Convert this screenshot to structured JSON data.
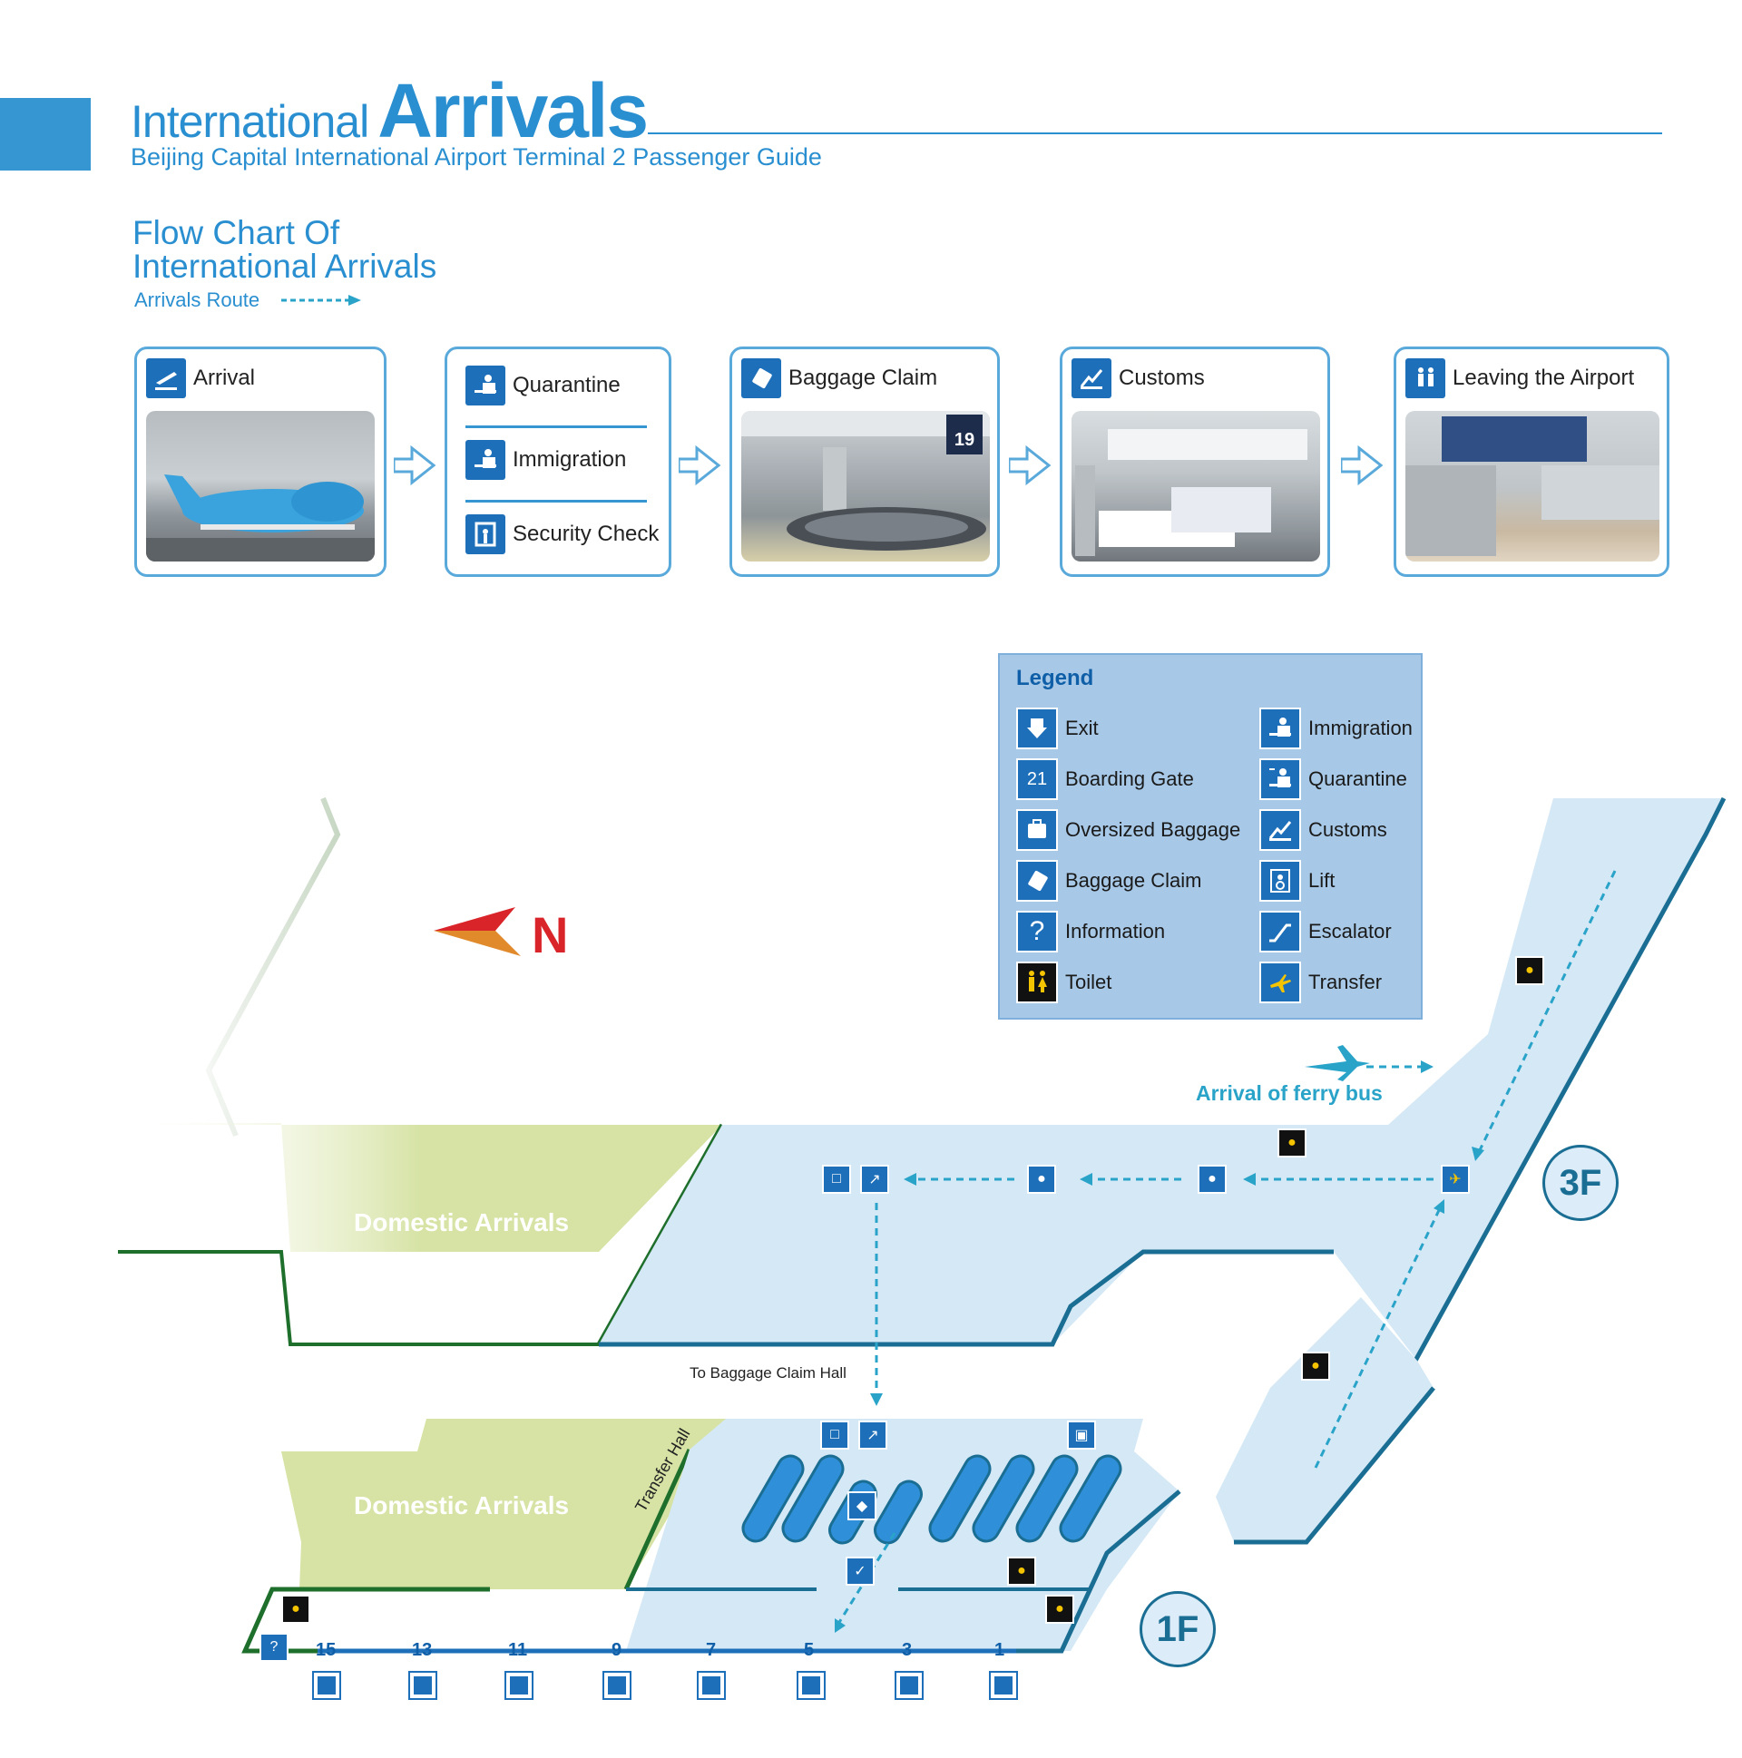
{
  "header": {
    "title_prefix": "International",
    "title_main": "Arrivals",
    "subtitle": "Beijing Capital International Airport Terminal 2 Passenger Guide"
  },
  "flow": {
    "title_line1": "Flow Chart Of",
    "title_line2": "International  Arrivals",
    "route_label": "Arrivals Route",
    "steps": [
      {
        "label": "Arrival",
        "icon": "arrival-plane-icon"
      },
      {
        "labels": [
          "Quarantine",
          "Immigration",
          "Security Check"
        ],
        "icons": [
          "quarantine-icon",
          "immigration-icon",
          "security-check-icon"
        ]
      },
      {
        "label": "Baggage Claim",
        "icon": "baggage-claim-icon",
        "photo_sign": "19"
      },
      {
        "label": "Customs",
        "icon": "customs-icon"
      },
      {
        "label": "Leaving the Airport",
        "icon": "leaving-icon"
      }
    ]
  },
  "legend": {
    "title": "Legend",
    "items_left": [
      {
        "label": "Exit",
        "icon": "exit-icon"
      },
      {
        "label": "Boarding Gate",
        "icon": "boarding-gate-icon",
        "glyph": "21"
      },
      {
        "label": "Oversized Baggage",
        "icon": "oversized-baggage-icon"
      },
      {
        "label": "Baggage Claim",
        "icon": "baggage-claim-icon"
      },
      {
        "label": "Information",
        "icon": "information-icon",
        "glyph": "?"
      },
      {
        "label": "Toilet",
        "icon": "toilet-icon"
      }
    ],
    "items_right": [
      {
        "label": "Immigration",
        "icon": "immigration-icon"
      },
      {
        "label": "Quarantine",
        "icon": "quarantine-icon"
      },
      {
        "label": "Customs",
        "icon": "customs-icon"
      },
      {
        "label": "Lift",
        "icon": "lift-icon"
      },
      {
        "label": "Escalator",
        "icon": "escalator-icon"
      },
      {
        "label": "Transfer",
        "icon": "transfer-icon"
      }
    ]
  },
  "map": {
    "north": "N",
    "ferry_label": "Arrival of ferry bus",
    "domestic_3f": "Domestic Arrivals",
    "domestic_1f": "Domestic Arrivals",
    "to_baggage": "To Baggage Claim Hall",
    "transfer_hall": "Transfer Hall",
    "floor_3f": "3F",
    "floor_1f": "1F",
    "gates": [
      "15",
      "13",
      "11",
      "9",
      "7",
      "5",
      "3",
      "1"
    ],
    "info_glyph": "?",
    "colors": {
      "accent": "#2a8fd0",
      "icon_blue": "#1e6fb9",
      "terminal_fill": "#d5e8f6",
      "domestic_fill": "#d6e3a5",
      "border_blue": "#1b6e93",
      "border_green": "#1f6f2c",
      "route": "#2aa3c9"
    }
  }
}
